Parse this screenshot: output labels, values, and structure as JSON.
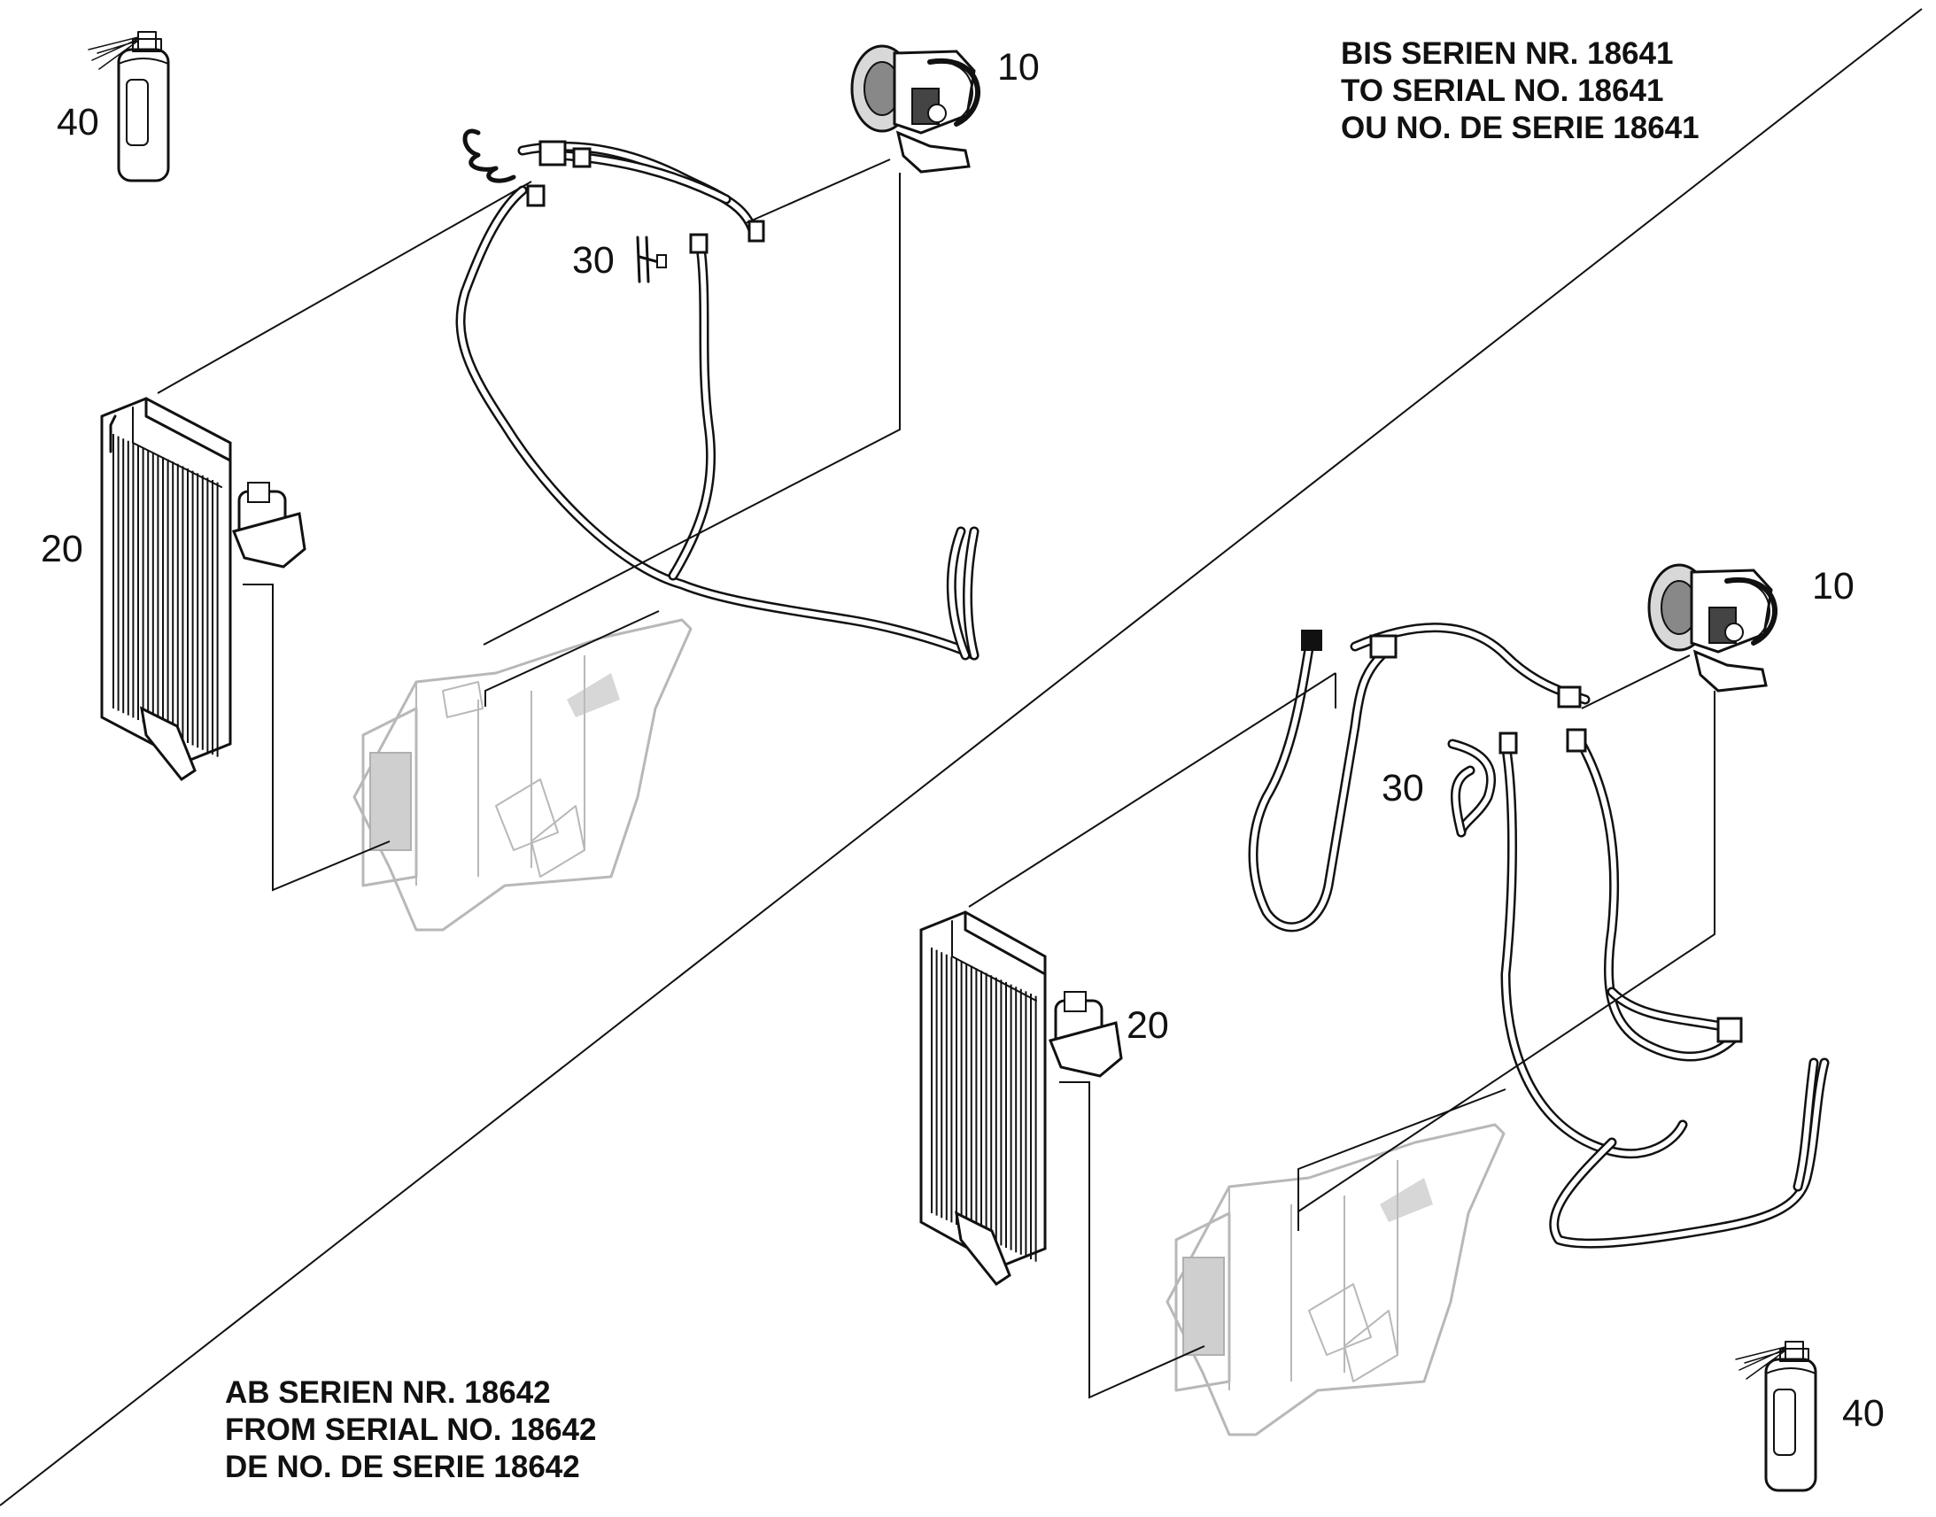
{
  "diagram": {
    "header_upper": {
      "line1": "BIS SERIEN NR. 18641",
      "line2": "TO SERIAL NO. 18641",
      "line3": "OU NO. DE SERIE 18641"
    },
    "header_lower": {
      "line1": "AB SERIEN NR. 18642",
      "line2": "FROM SERIAL NO. 18642",
      "line3": "DE NO. DE SERIE 18642"
    },
    "callouts_upper": {
      "compressor": "10",
      "condenser": "20",
      "hose_line": "30",
      "refrigerant_can": "40"
    },
    "callouts_lower": {
      "compressor": "10",
      "condenser": "20",
      "hose_line": "30",
      "refrigerant_can": "40"
    }
  }
}
